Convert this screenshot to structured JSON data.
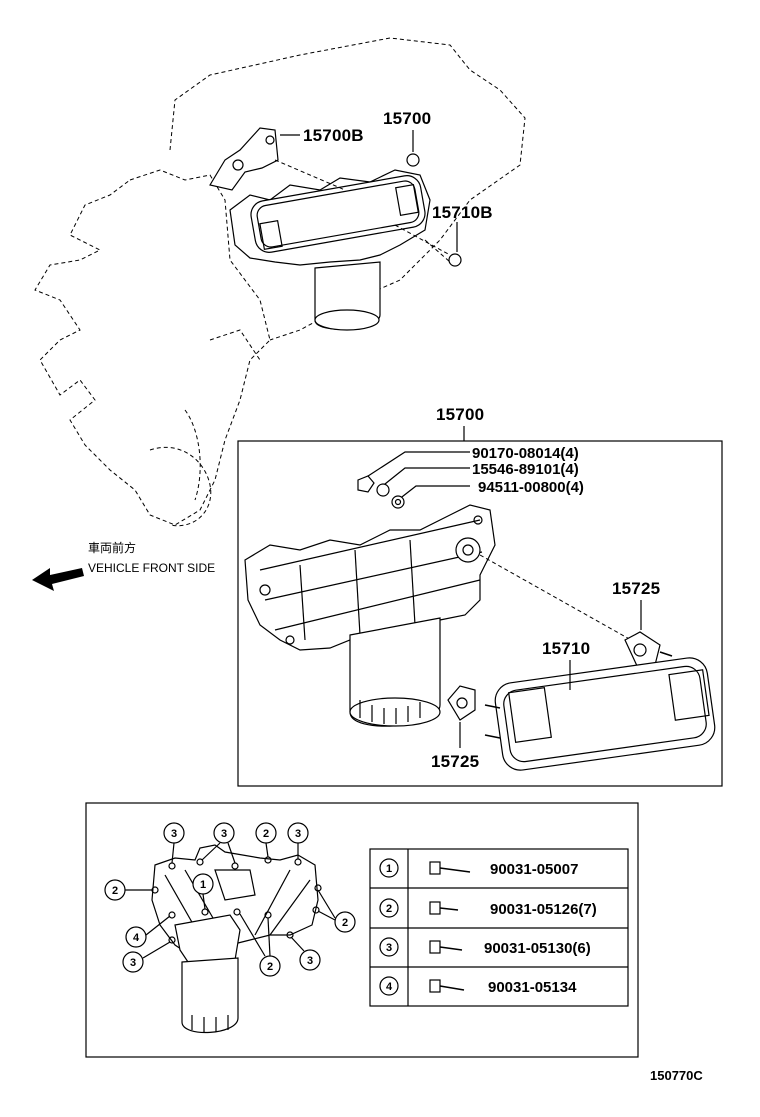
{
  "top": {
    "part_15700": "15700",
    "part_15700b": "15700B",
    "part_15710b": "15710B"
  },
  "assembly": {
    "title": "15700",
    "callouts": [
      {
        "label": "90170-08014(4)"
      },
      {
        "label": "15546-89101(4)"
      },
      {
        "label": "94511-00800(4)"
      }
    ],
    "part_15725_a": "15725",
    "part_15710": "15710",
    "part_15725_b": "15725"
  },
  "direction": {
    "jp_label": "車両前方",
    "en_label": "VEHICLE FRONT SIDE",
    "arrow_icon": "arrow-left-icon"
  },
  "bolt_table": {
    "rows": [
      {
        "num": "1",
        "part": "90031-05007"
      },
      {
        "num": "2",
        "part": "90031-05126(7)"
      },
      {
        "num": "3",
        "part": "90031-05130(6)"
      },
      {
        "num": "4",
        "part": "90031-05134"
      }
    ]
  },
  "bottom_diagram": {
    "badges": [
      "3",
      "3",
      "2",
      "3",
      "2",
      "1",
      "4",
      "3",
      "2",
      "2",
      "3"
    ]
  },
  "footer": {
    "code": "150770C"
  }
}
